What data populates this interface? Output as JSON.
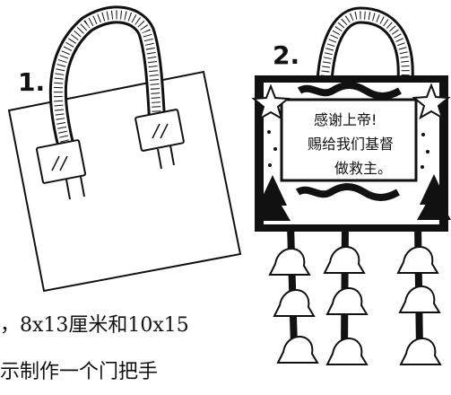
{
  "illustration": {
    "step_1_label": "1.",
    "step_2_label": "2.",
    "sign_lines": [
      "感谢上帝!",
      "赐给我们基督",
      "做救主。"
    ]
  },
  "caption": {
    "line_1": "，8x13厘米和10x15",
    "line_2": "示制作一个门把手"
  },
  "icons": [
    "bag-icon",
    "door-hanger-icon",
    "star-icon",
    "tree-icon",
    "bell-icon"
  ]
}
